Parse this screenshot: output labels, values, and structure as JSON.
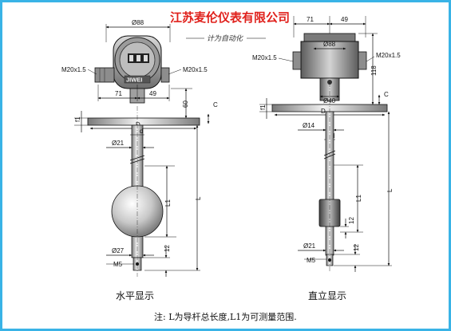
{
  "company": {
    "name": "江苏麦伦仪表有限公司",
    "slogan": "计为自动化"
  },
  "brand_on_housing": "JIWEI",
  "left_view": {
    "caption": "水平显示",
    "dims": {
      "housing_dia": "Ø88",
      "cable_left": "M20x1.5",
      "cable_right": "M20x1.5",
      "width_left": "71",
      "width_right": "49",
      "height_60": "60",
      "c": "C",
      "f1": "f1",
      "flange_d": "D",
      "tube_dia": "Ø21",
      "d": "d",
      "l1": "L1",
      "l": "L",
      "ball_dia": "Ø27",
      "h12": "12",
      "m5": "M5"
    }
  },
  "right_view": {
    "caption": "直立显示",
    "dims": {
      "width_left": "71",
      "width_right": "49",
      "housing_dia": "Ø88",
      "cable_left": "M20x1.5",
      "cable_right": "M20x1.5",
      "h118": "118",
      "neck_dia": "Ø40",
      "c": "C",
      "f1": "f1",
      "flange_d": "D",
      "tube_dia": "Ø14",
      "d": "d",
      "l1": "L1",
      "l": "L",
      "h12a": "12",
      "bottom_dia": "Ø21",
      "h12b": "12",
      "m5": "M5"
    }
  },
  "note": "注:  L为导杆总长度,L1为可测量范围.",
  "colors": {
    "frame": "#39b3e6",
    "company": "#e0201b",
    "line": "#111111"
  }
}
